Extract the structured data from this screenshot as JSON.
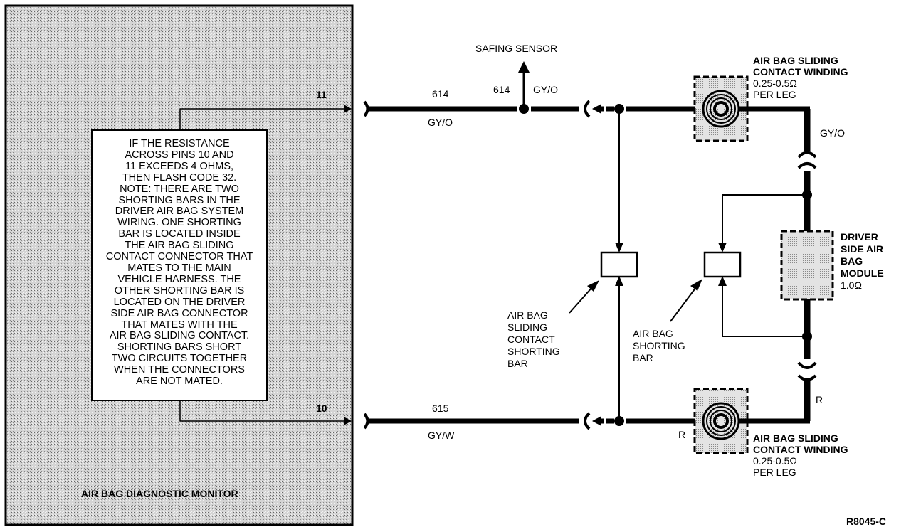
{
  "monitor": {
    "title": "AIR BAG DIAGNOSTIC MONITOR",
    "pin_top": "11",
    "pin_bottom": "10"
  },
  "note_lines": [
    "IF THE RESISTANCE",
    "ACROSS PINS 10 AND",
    "11 EXCEEDS 4 OHMS,",
    "THEN FLASH CODE 32.",
    "NOTE: THERE ARE TWO",
    "SHORTING BARS IN THE",
    "DRIVER AIR BAG SYSTEM",
    "WIRING. ONE SHORTING",
    "BAR IS LOCATED INSIDE",
    "THE AIR BAG SLIDING",
    "CONTACT CONNECTOR THAT",
    "MATES TO THE MAIN",
    "VEHICLE HARNESS. THE",
    "OTHER SHORTING BAR IS",
    "LOCATED ON THE DRIVER",
    "SIDE AIR BAG CONNECTOR",
    "THAT MATES WITH THE",
    "AIR BAG SLIDING CONTACT.",
    "SHORTING BARS SHORT",
    "TWO CIRCUITS TOGETHER",
    "WHEN THE CONNECTORS",
    "ARE NOT MATED."
  ],
  "wires": {
    "top_circuit": "614",
    "top_circuit_tap": "614",
    "top_color": "GY/O",
    "tap_color": "GY/O",
    "bottom_circuit": "615",
    "bottom_color": "GY/W",
    "right_top_color": "GY/O",
    "right_bottom_color": "R",
    "bottom_winding_color": "R"
  },
  "safing_sensor": "SAFING SENSOR",
  "winding_top": {
    "title_lines": [
      "AIR BAG SLIDING",
      "CONTACT WINDING"
    ],
    "spec_lines": [
      "0.25-0.5Ω",
      "PER LEG"
    ]
  },
  "winding_bottom": {
    "title_lines": [
      "AIR BAG SLIDING",
      "CONTACT WINDING"
    ],
    "spec_lines": [
      "0.25-0.5Ω",
      "PER LEG"
    ]
  },
  "module": {
    "title_lines": [
      "DRIVER",
      "SIDE AIR",
      "BAG",
      "MODULE"
    ],
    "value": "1.0Ω"
  },
  "shorting_bar_sliding": [
    "AIR BAG",
    "SLIDING",
    "CONTACT",
    "SHORTING",
    "BAR"
  ],
  "shorting_bar_airbag": [
    "AIR BAG",
    "SHORTING",
    "BAR"
  ],
  "figure_id": "R8045-C",
  "colors": {
    "ink": "#000000",
    "shade": "#c8c8c8",
    "paper": "#ffffff"
  }
}
